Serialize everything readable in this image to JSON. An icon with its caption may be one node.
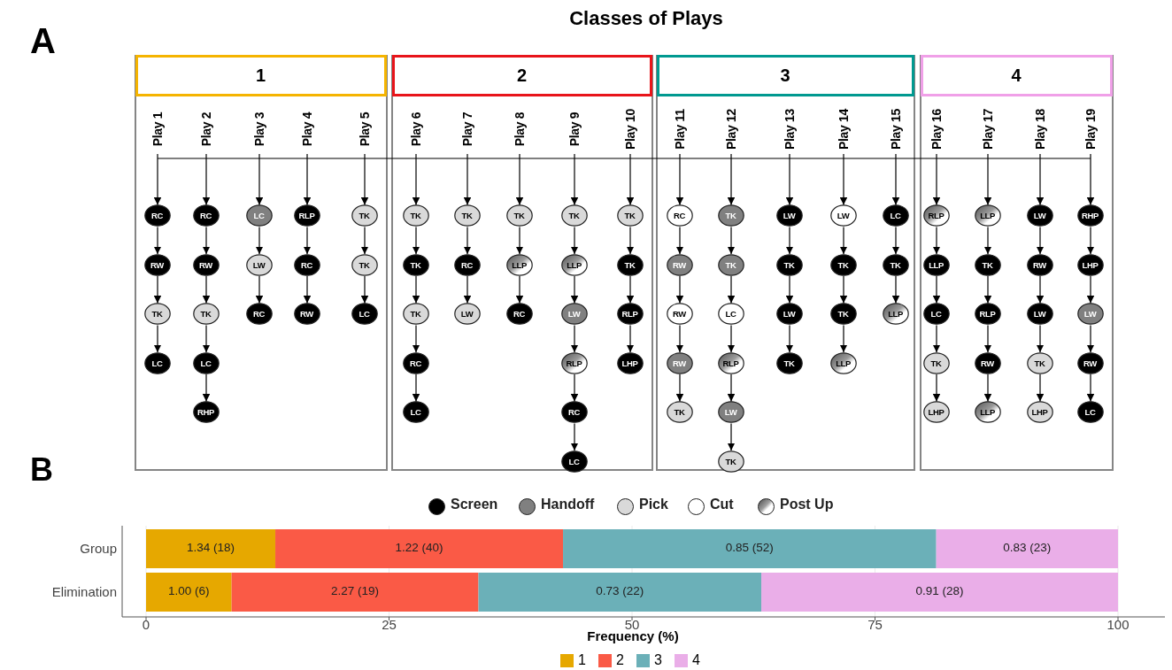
{
  "diagram": {
    "title": "Classes of Plays",
    "nodes": [
      {
        "text": [],
        "shape": "box"
      },
      {
        "text": [
          "1"
        ],
        "in": 0
      },
      {
        "text": [
          "Play 1"
        ],
        "in": 0
      },
      {
        "text": [
          "RC"
        ],
        "in": 0
      },
      {
        "text": [
          "RW"
        ],
        "in": 0
      },
      {
        "text": [
          "TK"
        ],
        "in": 0
      },
      {
        "text": [
          "LC"
        ],
        "in": 0
      },
      {
        "text": [
          "Play 2"
        ],
        "in": 0
      },
      {
        "text": [
          "RC"
        ],
        "in": 0
      },
      {
        "text": [
          "RW"
        ],
        "in": 0
      },
      {
        "text": [
          "TK"
        ],
        "in": 0
      },
      {
        "text": [
          "LC"
        ],
        "in": 0
      },
      {
        "text": [
          "RHP"
        ],
        "in": 0
      },
      {
        "text": [
          "Play 3"
        ],
        "in": 0
      },
      {
        "text": [
          "LC"
        ],
        "in": 0
      },
      {
        "text": [
          "LW"
        ],
        "in": 0
      },
      {
        "text": [
          "RC"
        ],
        "in": 0
      },
      {
        "text": [
          "Play 4"
        ],
        "in": 0
      },
      {
        "text": [
          "RLP"
        ],
        "in": 0
      },
      {
        "text": [
          "RC"
        ],
        "in": 0
      },
      {
        "text": [
          "RW"
        ],
        "in": 0
      },
      {
        "text": [
          "Play 5"
        ],
        "in": 0
      },
      {
        "text": [
          "TK"
        ],
        "in": 0
      },
      {
        "text": [
          "TK"
        ],
        "in": 0
      },
      {
        "text": [
          "LC"
        ],
        "in": 0
      },
      {
        "text": [],
        "shape": "box"
      },
      {
        "text": [
          "2"
        ],
        "in": 25
      },
      {
        "text": [
          "Play 6"
        ],
        "in": 25
      },
      {
        "text": [
          "TK"
        ],
        "in": 25
      },
      {
        "text": [
          "TK"
        ],
        "in": 25
      },
      {
        "text": [
          "TK"
        ],
        "in": 25
      },
      {
        "text": [
          "RC"
        ],
        "in": 25
      },
      {
        "text": [
          "LC"
        ],
        "in": 25
      },
      {
        "text": [
          "Play 7"
        ],
        "in": 25
      },
      {
        "text": [
          "TK"
        ],
        "in": 25
      },
      {
        "text": [
          "RC"
        ],
        "in": 25
      },
      {
        "text": [
          "LW"
        ],
        "in": 25
      },
      {
        "text": [
          "Play 8"
        ],
        "in": 25
      },
      {
        "text": [
          "TK"
        ],
        "in": 25
      },
      {
        "text": [
          "LLP"
        ],
        "in": 25
      },
      {
        "text": [
          "RC"
        ],
        "in": 25
      },
      {
        "text": [
          "Play 9"
        ],
        "in": 25
      },
      {
        "text": [
          "TK"
        ],
        "in": 25
      },
      {
        "text": [
          "LLP"
        ],
        "in": 25
      },
      {
        "text": [
          "LW"
        ],
        "in": 25
      },
      {
        "text": [
          "RLP"
        ],
        "in": 25
      },
      {
        "text": [
          "RC"
        ],
        "in": 25
      },
      {
        "text": [
          "LC"
        ],
        "in": 25
      },
      {
        "text": [
          "Play 10"
        ],
        "in": 25
      },
      {
        "text": [
          "TK"
        ],
        "in": 25
      },
      {
        "text": [
          "TK"
        ],
        "in": 25
      },
      {
        "text": [
          "RLP"
        ],
        "in": 25
      },
      {
        "text": [
          "LHP"
        ],
        "in": 25
      },
      {
        "text": [],
        "shape": "box"
      },
      {
        "text": [
          "3"
        ],
        "in": 53
      },
      {
        "text": [
          "Play 11"
        ],
        "in": 53
      },
      {
        "text": [
          "RC"
        ],
        "in": 53
      },
      {
        "text": [
          "RW"
        ],
        "in": 53
      },
      {
        "text": [
          "RW"
        ],
        "in": 53
      },
      {
        "text": [
          "RW"
        ],
        "in": 53
      },
      {
        "text": [
          "TK"
        ],
        "in": 53
      },
      {
        "text": [
          "Play 12"
        ],
        "in": 53
      },
      {
        "text": [
          "TK"
        ],
        "in": 53
      },
      {
        "text": [
          "TK"
        ],
        "in": 53
      },
      {
        "text": [
          "LC"
        ],
        "in": 53
      },
      {
        "text": [
          "RLP"
        ],
        "in": 53
      },
      {
        "text": [
          "LW"
        ],
        "in": 53
      },
      {
        "text": [
          "TK"
        ],
        "in": 53
      },
      {
        "text": [
          "Play 13"
        ],
        "in": 53
      },
      {
        "text": [
          "LW"
        ],
        "in": 53
      },
      {
        "text": [
          "TK"
        ],
        "in": 53
      },
      {
        "text": [
          "LW"
        ],
        "in": 53
      },
      {
        "text": [
          "TK"
        ],
        "in": 53
      },
      {
        "text": [
          "Play 14"
        ],
        "in": 53
      },
      {
        "text": [
          "LW"
        ],
        "in": 53
      },
      {
        "text": [
          "TK"
        ],
        "in": 53
      },
      {
        "text": [
          "TK"
        ],
        "in": 53
      },
      {
        "text": [
          "LLP"
        ],
        "in": 53
      },
      {
        "text": [
          "Play 15"
        ],
        "in": 53
      },
      {
        "text": [
          "LC"
        ],
        "in": 53
      },
      {
        "text": [
          "TK"
        ],
        "in": 53
      },
      {
        "text": [
          "LLP"
        ],
        "in": 53
      },
      {
        "text": [],
        "shape": "box"
      },
      {
        "text": [
          "4"
        ],
        "in": 82
      },
      {
        "text": [
          "Play 16"
        ],
        "in": 82
      },
      {
        "text": [
          "RLP"
        ],
        "in": 82
      },
      {
        "text": [
          "LLP"
        ],
        "in": 82
      },
      {
        "text": [
          "LC"
        ],
        "in": 82
      },
      {
        "text": [
          "TK"
        ],
        "in": 82
      },
      {
        "text": [
          "LHP"
        ],
        "in": 82
      },
      {
        "text": [
          "Play 17"
        ],
        "in": 82
      },
      {
        "text": [
          "LLP"
        ],
        "in": 82
      },
      {
        "text": [
          "TK"
        ],
        "in": 82
      },
      {
        "text": [
          "RLP"
        ],
        "in": 82
      },
      {
        "text": [
          "RW"
        ],
        "in": 82
      },
      {
        "text": [
          "LLP"
        ],
        "in": 82
      },
      {
        "text": [
          "Play 18"
        ],
        "in": 82
      },
      {
        "text": [
          "LW"
        ],
        "in": 82
      },
      {
        "text": [
          "RW"
        ],
        "in": 82
      },
      {
        "text": [
          "LW"
        ],
        "in": 82
      },
      {
        "text": [
          "TK"
        ],
        "in": 82
      },
      {
        "text": [
          "LHP"
        ],
        "in": 82
      },
      {
        "text": [
          "Play 19"
        ],
        "in": 82
      },
      {
        "text": [
          "RHP"
        ],
        "in": 82
      },
      {
        "text": [
          "LHP"
        ],
        "in": 82
      },
      {
        "text": [
          "LW"
        ],
        "in": 82
      },
      {
        "text": [
          "RW"
        ],
        "in": 82
      },
      {
        "text": [
          "LC"
        ],
        "in": 82
      }
    ],
    "edges": [
      {
        "from": 2,
        "to": 3,
        "arrow": "to"
      },
      {
        "from": 3,
        "to": 4,
        "arrow": "to"
      },
      {
        "from": 4,
        "to": 5,
        "arrow": "to"
      },
      {
        "from": 5,
        "to": 6,
        "arrow": "to"
      },
      {
        "from": 7,
        "to": 8,
        "arrow": "to"
      },
      {
        "from": 8,
        "to": 9,
        "arrow": "to"
      },
      {
        "from": 9,
        "to": 10,
        "arrow": "to"
      },
      {
        "from": 10,
        "to": 11,
        "arrow": "to"
      },
      {
        "from": 11,
        "to": 12,
        "arrow": "to"
      },
      {
        "from": 13,
        "to": 14,
        "arrow": "to"
      },
      {
        "from": 14,
        "to": 15,
        "arrow": "to"
      },
      {
        "from": 15,
        "to": 16,
        "arrow": "to"
      },
      {
        "from": 17,
        "to": 18,
        "arrow": "to"
      },
      {
        "from": 18,
        "to": 19,
        "arrow": "to"
      },
      {
        "from": 19,
        "to": 20,
        "arrow": "to"
      },
      {
        "from": 21,
        "to": 22,
        "arrow": "to"
      },
      {
        "from": 22,
        "to": 23,
        "arrow": "to"
      },
      {
        "from": 23,
        "to": 24,
        "arrow": "to"
      },
      {
        "from": 27,
        "to": 28,
        "arrow": "to"
      },
      {
        "from": 28,
        "to": 29,
        "arrow": "to"
      },
      {
        "from": 29,
        "to": 30,
        "arrow": "to"
      },
      {
        "from": 30,
        "to": 31,
        "arrow": "to"
      },
      {
        "from": 31,
        "to": 32,
        "arrow": "to"
      },
      {
        "from": 33,
        "to": 34,
        "arrow": "to"
      },
      {
        "from": 34,
        "to": 35,
        "arrow": "to"
      },
      {
        "from": 35,
        "to": 36,
        "arrow": "to"
      },
      {
        "from": 37,
        "to": 38,
        "arrow": "to"
      },
      {
        "from": 38,
        "to": 39,
        "arrow": "to"
      },
      {
        "from": 39,
        "to": 40,
        "arrow": "to"
      },
      {
        "from": 41,
        "to": 42,
        "arrow": "to"
      },
      {
        "from": 42,
        "to": 43,
        "arrow": "to"
      },
      {
        "from": 43,
        "to": 44,
        "arrow": "to"
      },
      {
        "from": 44,
        "to": 45,
        "arrow": "to"
      },
      {
        "from": 45,
        "to": 46,
        "arrow": "to"
      },
      {
        "from": 46,
        "to": 47,
        "arrow": "to"
      },
      {
        "from": 48,
        "to": 49,
        "arrow": "to"
      },
      {
        "from": 49,
        "to": 50,
        "arrow": "to"
      },
      {
        "from": 50,
        "to": 51,
        "arrow": "to"
      },
      {
        "from": 51,
        "to": 52,
        "arrow": "to"
      },
      {
        "from": 55,
        "to": 56,
        "arrow": "to"
      },
      {
        "from": 56,
        "to": 57,
        "arrow": "to"
      },
      {
        "from": 57,
        "to": 58,
        "arrow": "to"
      },
      {
        "from": 58,
        "to": 59,
        "arrow": "to"
      },
      {
        "from": 59,
        "to": 60,
        "arrow": "to"
      },
      {
        "from": 61,
        "to": 62,
        "arrow": "to"
      },
      {
        "from": 62,
        "to": 63,
        "arrow": "to"
      },
      {
        "from": 63,
        "to": 64,
        "arrow": "to"
      },
      {
        "from": 64,
        "to": 65,
        "arrow": "to"
      },
      {
        "from": 65,
        "to": 66,
        "arrow": "to"
      },
      {
        "from": 66,
        "to": 67,
        "arrow": "to"
      },
      {
        "from": 68,
        "to": 69,
        "arrow": "to"
      },
      {
        "from": 69,
        "to": 70,
        "arrow": "to"
      },
      {
        "from": 70,
        "to": 71,
        "arrow": "to"
      },
      {
        "from": 71,
        "to": 72,
        "arrow": "to"
      },
      {
        "from": 73,
        "to": 74,
        "arrow": "to"
      },
      {
        "from": 74,
        "to": 75,
        "arrow": "to"
      },
      {
        "from": 75,
        "to": 76,
        "arrow": "to"
      },
      {
        "from": 76,
        "to": 77,
        "arrow": "to"
      },
      {
        "from": 78,
        "to": 79,
        "arrow": "to"
      },
      {
        "from": 79,
        "to": 80,
        "arrow": "to"
      },
      {
        "from": 80,
        "to": 81,
        "arrow": "to"
      },
      {
        "from": 84,
        "to": 85,
        "arrow": "to"
      },
      {
        "from": 85,
        "to": 86,
        "arrow": "to"
      },
      {
        "from": 86,
        "to": 87,
        "arrow": "to"
      },
      {
        "from": 87,
        "to": 88,
        "arrow": "to"
      },
      {
        "from": 88,
        "to": 89,
        "arrow": "to"
      },
      {
        "from": 90,
        "to": 91,
        "arrow": "to"
      },
      {
        "from": 91,
        "to": 92,
        "arrow": "to"
      },
      {
        "from": 92,
        "to": 93,
        "arrow": "to"
      },
      {
        "from": 93,
        "to": 94,
        "arrow": "to"
      },
      {
        "from": 94,
        "to": 95,
        "arrow": "to"
      },
      {
        "from": 96,
        "to": 97,
        "arrow": "to"
      },
      {
        "from": 97,
        "to": 98,
        "arrow": "to"
      },
      {
        "from": 98,
        "to": 99,
        "arrow": "to"
      },
      {
        "from": 99,
        "to": 100,
        "arrow": "to"
      },
      {
        "from": 100,
        "to": 101,
        "arrow": "to"
      },
      {
        "from": 102,
        "to": 103,
        "arrow": "to"
      },
      {
        "from": 103,
        "to": 104,
        "arrow": "to"
      },
      {
        "from": 104,
        "to": 105,
        "arrow": "to"
      },
      {
        "from": 105,
        "to": 106,
        "arrow": "to"
      },
      {
        "from": 106,
        "to": 107,
        "arrow": "to"
      }
    ],
    "labels": [
      "A",
      "B"
    ],
    "legend": [
      {
        "text": "Screen",
        "color": "#000000"
      },
      {
        "text": "Handoff",
        "color": "#808080"
      },
      {
        "text": "Pick",
        "color": "#d9d9d9"
      },
      {
        "text": "Cut",
        "color": "#ffffff"
      },
      {
        "text": "Post Up"
      }
    ],
    "chart_data": {
      "type": "bar",
      "orientation": "horizontal",
      "stacked": true,
      "grid": true,
      "legend": "bottom",
      "xlabel": "Frequency (%)",
      "categories": [
        "Group",
        "Elimination"
      ],
      "xlim": [
        0,
        100
      ],
      "xticks": [
        0,
        25,
        50,
        75,
        100
      ],
      "series": [
        {
          "name": "1",
          "color": "#e6a800",
          "values": [
            13.3,
            8.8
          ]
        },
        {
          "name": "2",
          "color": "#fa5a46",
          "values": [
            29.6,
            25.4
          ]
        },
        {
          "name": "3",
          "color": "#6bb0b8",
          "values": [
            38.4,
            29.1
          ]
        },
        {
          "name": "4",
          "color": "#eaaee8",
          "values": [
            18.7,
            36.7
          ]
        }
      ],
      "value_labels": [
        [
          "1.34 (18)",
          "1.00 (6)"
        ],
        [
          "1.22 (40)",
          "2.27 (19)"
        ],
        [
          "0.85 (52)",
          "0.73 (22)"
        ],
        [
          "0.83 (23)",
          "0.91 (28)"
        ]
      ]
    }
  }
}
